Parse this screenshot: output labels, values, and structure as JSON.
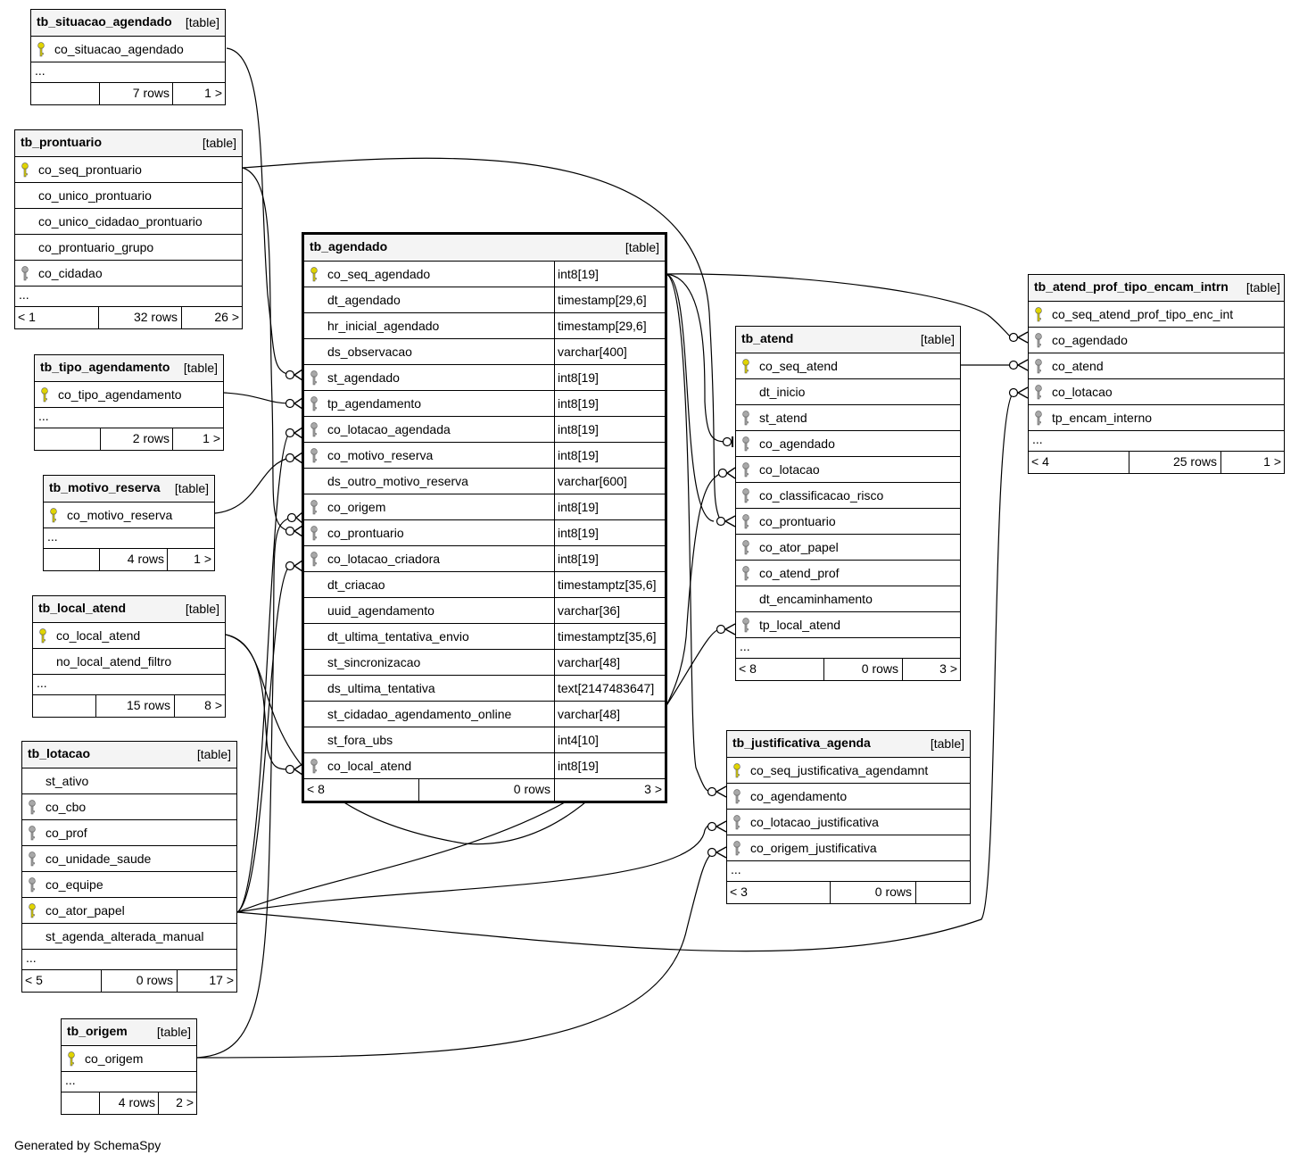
{
  "footer": "Generated by SchemaSpy",
  "colors": {
    "primary_key": "#e0d400",
    "foreign_key": "#a8a8a8"
  },
  "tables": {
    "situacao": {
      "name": "tb_situacao_agendado",
      "kind": "[table]",
      "columns": [
        {
          "name": "co_situacao_agendado",
          "key": "primary-key"
        }
      ],
      "more": "...",
      "foot": [
        "",
        "7 rows",
        "1 >"
      ]
    },
    "prontuario": {
      "name": "tb_prontuario",
      "kind": "[table]",
      "columns": [
        {
          "name": "co_seq_prontuario",
          "key": "primary-key"
        },
        {
          "name": "co_unico_prontuario",
          "key": ""
        },
        {
          "name": "co_unico_cidadao_prontuario",
          "key": ""
        },
        {
          "name": "co_prontuario_grupo",
          "key": ""
        },
        {
          "name": "co_cidadao",
          "key": "foreign-key"
        }
      ],
      "more": "...",
      "foot": [
        "< 1",
        "32 rows",
        "26 >"
      ]
    },
    "tipo": {
      "name": "tb_tipo_agendamento",
      "kind": "[table]",
      "columns": [
        {
          "name": "co_tipo_agendamento",
          "key": "primary-key"
        }
      ],
      "more": "...",
      "foot": [
        "",
        "2 rows",
        "1 >"
      ]
    },
    "motivo": {
      "name": "tb_motivo_reserva",
      "kind": "[table]",
      "columns": [
        {
          "name": "co_motivo_reserva",
          "key": "primary-key"
        }
      ],
      "more": "...",
      "foot": [
        "",
        "4 rows",
        "1 >"
      ]
    },
    "local": {
      "name": "tb_local_atend",
      "kind": "[table]",
      "columns": [
        {
          "name": "co_local_atend",
          "key": "primary-key"
        },
        {
          "name": "no_local_atend_filtro",
          "key": ""
        }
      ],
      "more": "...",
      "foot": [
        "",
        "15 rows",
        "8 >"
      ]
    },
    "lotacao": {
      "name": "tb_lotacao",
      "kind": "[table]",
      "columns": [
        {
          "name": "st_ativo",
          "key": ""
        },
        {
          "name": "co_cbo",
          "key": "foreign-key"
        },
        {
          "name": "co_prof",
          "key": "foreign-key"
        },
        {
          "name": "co_unidade_saude",
          "key": "foreign-key"
        },
        {
          "name": "co_equipe",
          "key": "foreign-key"
        },
        {
          "name": "co_ator_papel",
          "key": "primary-key"
        },
        {
          "name": "st_agenda_alterada_manual",
          "key": ""
        }
      ],
      "more": "...",
      "foot": [
        "< 5",
        "0 rows",
        "17 >"
      ]
    },
    "origem": {
      "name": "tb_origem",
      "kind": "[table]",
      "columns": [
        {
          "name": "co_origem",
          "key": "primary-key"
        }
      ],
      "more": "...",
      "foot": [
        "",
        "4 rows",
        "2 >"
      ]
    },
    "agendado": {
      "name": "tb_agendado",
      "kind": "[table]",
      "columns": [
        {
          "name": "co_seq_agendado",
          "type": "int8[19]",
          "key": "primary-key"
        },
        {
          "name": "dt_agendado",
          "type": "timestamp[29,6]",
          "key": ""
        },
        {
          "name": "hr_inicial_agendado",
          "type": "timestamp[29,6]",
          "key": ""
        },
        {
          "name": "ds_observacao",
          "type": "varchar[400]",
          "key": ""
        },
        {
          "name": "st_agendado",
          "type": "int8[19]",
          "key": "foreign-key"
        },
        {
          "name": "tp_agendamento",
          "type": "int8[19]",
          "key": "foreign-key"
        },
        {
          "name": "co_lotacao_agendada",
          "type": "int8[19]",
          "key": "foreign-key"
        },
        {
          "name": "co_motivo_reserva",
          "type": "int8[19]",
          "key": "foreign-key"
        },
        {
          "name": "ds_outro_motivo_reserva",
          "type": "varchar[600]",
          "key": ""
        },
        {
          "name": "co_origem",
          "type": "int8[19]",
          "key": "foreign-key"
        },
        {
          "name": "co_prontuario",
          "type": "int8[19]",
          "key": "foreign-key"
        },
        {
          "name": "co_lotacao_criadora",
          "type": "int8[19]",
          "key": "foreign-key"
        },
        {
          "name": "dt_criacao",
          "type": "timestamptz[35,6]",
          "key": ""
        },
        {
          "name": "uuid_agendamento",
          "type": "varchar[36]",
          "key": ""
        },
        {
          "name": "dt_ultima_tentativa_envio",
          "type": "timestamptz[35,6]",
          "key": ""
        },
        {
          "name": "st_sincronizacao",
          "type": "varchar[48]",
          "key": ""
        },
        {
          "name": "ds_ultima_tentativa",
          "type": "text[2147483647]",
          "key": ""
        },
        {
          "name": "st_cidadao_agendamento_online",
          "type": "varchar[48]",
          "key": ""
        },
        {
          "name": "st_fora_ubs",
          "type": "int4[10]",
          "key": ""
        },
        {
          "name": "co_local_atend",
          "type": "int8[19]",
          "key": "foreign-key"
        }
      ],
      "foot": [
        "< 8",
        "0 rows",
        "3 >"
      ]
    },
    "atend": {
      "name": "tb_atend",
      "kind": "[table]",
      "columns": [
        {
          "name": "co_seq_atend",
          "key": "primary-key"
        },
        {
          "name": "dt_inicio",
          "key": ""
        },
        {
          "name": "st_atend",
          "key": "foreign-key"
        },
        {
          "name": "co_agendado",
          "key": "foreign-key"
        },
        {
          "name": "co_lotacao",
          "key": "foreign-key"
        },
        {
          "name": "co_classificacao_risco",
          "key": "foreign-key"
        },
        {
          "name": "co_prontuario",
          "key": "foreign-key"
        },
        {
          "name": "co_ator_papel",
          "key": "foreign-key"
        },
        {
          "name": "co_atend_prof",
          "key": "foreign-key"
        },
        {
          "name": "dt_encaminhamento",
          "key": ""
        },
        {
          "name": "tp_local_atend",
          "key": "foreign-key"
        }
      ],
      "more": "...",
      "foot": [
        "< 8",
        "0 rows",
        "3 >"
      ]
    },
    "justificativa": {
      "name": "tb_justificativa_agenda",
      "kind": "[table]",
      "columns": [
        {
          "name": "co_seq_justificativa_agendamnt",
          "key": "primary-key"
        },
        {
          "name": "co_agendamento",
          "key": "foreign-key"
        },
        {
          "name": "co_lotacao_justificativa",
          "key": "foreign-key"
        },
        {
          "name": "co_origem_justificativa",
          "key": "foreign-key"
        }
      ],
      "more": "...",
      "foot": [
        "< 3",
        "0 rows",
        ""
      ]
    },
    "encam": {
      "name": "tb_atend_prof_tipo_encam_intrn",
      "kind": "[table]",
      "columns": [
        {
          "name": "co_seq_atend_prof_tipo_enc_int",
          "key": "primary-key"
        },
        {
          "name": "co_agendado",
          "key": "foreign-key"
        },
        {
          "name": "co_atend",
          "key": "foreign-key"
        },
        {
          "name": "co_lotacao",
          "key": "foreign-key"
        },
        {
          "name": "tp_encam_interno",
          "key": "foreign-key"
        }
      ],
      "more": "...",
      "foot": [
        "< 4",
        "25 rows",
        "1 >"
      ]
    }
  }
}
